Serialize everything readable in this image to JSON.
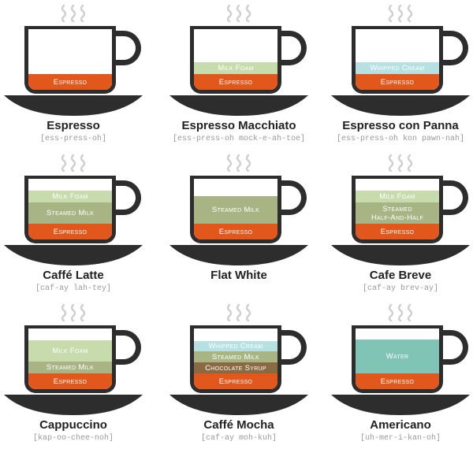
{
  "colors": {
    "espresso": "#e2581c",
    "milk_foam": "#c7dbac",
    "steamed_milk": "#a9b484",
    "whipped_cream": "#b7e0e2",
    "chocolate_syrup": "#8a6a43",
    "water": "#7fc4b4",
    "cup": "#2d2d2d",
    "steam": "#cfcfcf"
  },
  "drinks": [
    {
      "name": "Espresso",
      "pronunciation": "[ess-press-oh]",
      "layers": [
        {
          "label": "Espresso",
          "kind": "espresso",
          "share": 0.26
        }
      ]
    },
    {
      "name": "Espresso Macchiato",
      "pronunciation": "[ess-press-oh mock-e-ah-toe]",
      "layers": [
        {
          "label": "Milk Foam",
          "kind": "milk_foam",
          "share": 0.19
        },
        {
          "label": "Espresso",
          "kind": "espresso",
          "share": 0.26
        }
      ]
    },
    {
      "name": "Espresso con Panna",
      "pronunciation": "[ess-press-oh kon pawn-nah]",
      "layers": [
        {
          "label": "Whipped Cream",
          "kind": "whipped_cream",
          "share": 0.19
        },
        {
          "label": "Espresso",
          "kind": "espresso",
          "share": 0.26
        }
      ]
    },
    {
      "name": "Caffé Latte",
      "pronunciation": "[caf-ay lah-tey]",
      "layers": [
        {
          "label": "Milk Foam",
          "kind": "milk_foam",
          "share": 0.19
        },
        {
          "label": "Steamed Milk",
          "kind": "steamed_milk",
          "share": 0.35
        },
        {
          "label": "Espresso",
          "kind": "espresso",
          "share": 0.26
        }
      ]
    },
    {
      "name": "Flat White",
      "pronunciation": "",
      "layers": [
        {
          "label": "Steamed Milk",
          "kind": "steamed_milk",
          "share": 0.45
        },
        {
          "label": "Espresso",
          "kind": "espresso",
          "share": 0.26
        }
      ]
    },
    {
      "name": "Cafe Breve",
      "pronunciation": "[caf-ay brev-ay]",
      "layers": [
        {
          "label": "Milk Foam",
          "kind": "milk_foam",
          "share": 0.19
        },
        {
          "label": "Steamed Half-And-Half",
          "kind": "steamed_milk",
          "share": 0.35
        },
        {
          "label": "Espresso",
          "kind": "espresso",
          "share": 0.26
        }
      ]
    },
    {
      "name": "Cappuccino",
      "pronunciation": "[kap-oo-chee-noh]",
      "layers": [
        {
          "label": "Milk Foam",
          "kind": "milk_foam",
          "share": 0.35
        },
        {
          "label": "Steamed Milk",
          "kind": "steamed_milk",
          "share": 0.19
        },
        {
          "label": "Espresso",
          "kind": "espresso",
          "share": 0.26
        }
      ]
    },
    {
      "name": "Caffé  Mocha",
      "pronunciation": "[caf-ay moh-kuh]",
      "layers": [
        {
          "label": "Whipped Cream",
          "kind": "whipped_cream",
          "share": 0.17
        },
        {
          "label": "Steamed Milk",
          "kind": "steamed_milk",
          "share": 0.18
        },
        {
          "label": "Chocolate Syrup",
          "kind": "chocolate_syrup",
          "share": 0.18
        },
        {
          "label": "Espresso",
          "kind": "espresso",
          "share": 0.26
        }
      ]
    },
    {
      "name": "Americano",
      "pronunciation": "[uh-mer-i-kan-oh]",
      "layers": [
        {
          "label": "Water",
          "kind": "water",
          "share": 0.55
        },
        {
          "label": "Espresso",
          "kind": "espresso",
          "share": 0.26
        }
      ]
    }
  ]
}
